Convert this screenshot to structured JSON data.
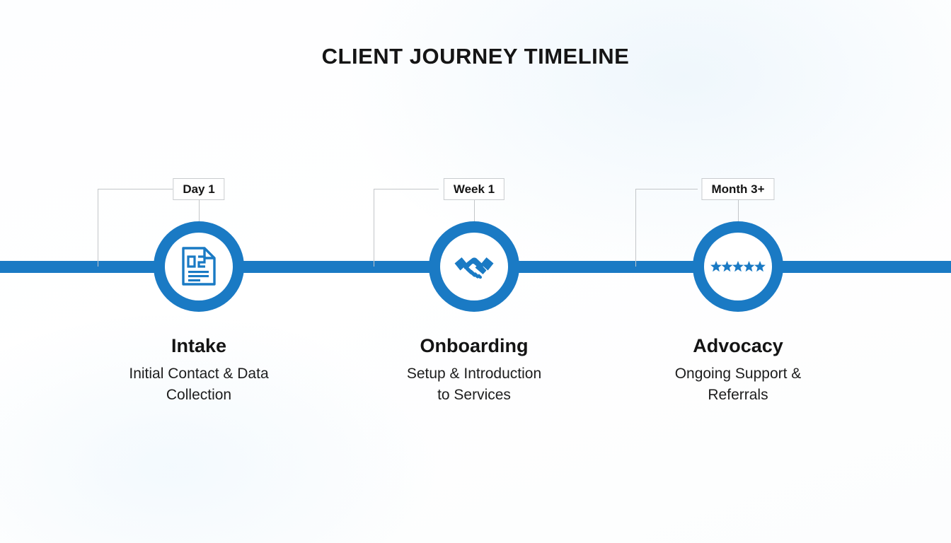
{
  "page": {
    "title": "CLIENT JOURNEY TIMELINE",
    "accent_color": "#1a7ac4",
    "background_color": "#ffffff",
    "label_border_color": "#c9cccf",
    "connector_color": "#c3c6c9",
    "text_color": "#151515"
  },
  "timeline": {
    "bar_color": "#1a7ac4",
    "stages": [
      {
        "date_label": "Day 1",
        "title": "Intake",
        "description_line1": "Initial Contact & Data",
        "description_line2": "Collection",
        "icon": "document-icon"
      },
      {
        "date_label": "Week 1",
        "title": "Onboarding",
        "description_line1": "Setup & Introduction",
        "description_line2": "to Services",
        "icon": "handshake-icon"
      },
      {
        "date_label": "Month 3+",
        "title": "Advocacy",
        "description_line1": "Ongoing Support &",
        "description_line2": "Referrals",
        "icon": "five-stars-icon"
      }
    ]
  }
}
